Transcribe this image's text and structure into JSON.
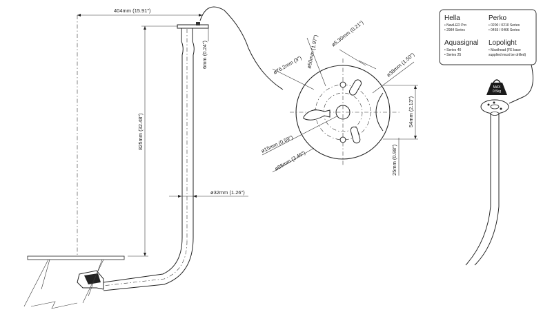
{
  "dimensions": {
    "overall_width": "404mm (15.91\")",
    "plate_thickness": "6mm (0.24\")",
    "height": "825mm (32.48\")",
    "tube_diameter": "ø32mm (1.26\")",
    "base_diameter_76": "ø76.2mm (3\")",
    "bolt_circle_50": "ø50mm (1.97\")",
    "slot_width": "ø5.30mm (0.21\")",
    "bolt_circle_38": "ø38mm (1.50\")",
    "slot_spacing": "54mm (2.13\")",
    "offset_25": "25mm (0.98\")",
    "center_hole": "ø15mm (0.59\")",
    "base_diameter_88": "ø88mm (3.46\")"
  },
  "compatibility": {
    "hella": {
      "title": "Hella",
      "lines": [
        "• NaviLED Pro",
        "• 2984 Series"
      ]
    },
    "perko": {
      "title": "Perko",
      "lines": [
        "• 0200 / 0210 Series",
        "• 0455 / 0466 Series"
      ]
    },
    "aquasignal": {
      "title": "Aquasignal",
      "lines": [
        "• Series 40",
        "• Series 25"
      ]
    },
    "lopolight": {
      "title": "Lopolight",
      "lines": [
        "• Masthead (FE base",
        "supplied must be drilled)"
      ]
    }
  },
  "weight": {
    "label": "MAX",
    "value": "0.5kg"
  },
  "colors": {
    "line": "#222222",
    "weight_fill": "#1a1a1a",
    "box_stroke": "#333333"
  }
}
